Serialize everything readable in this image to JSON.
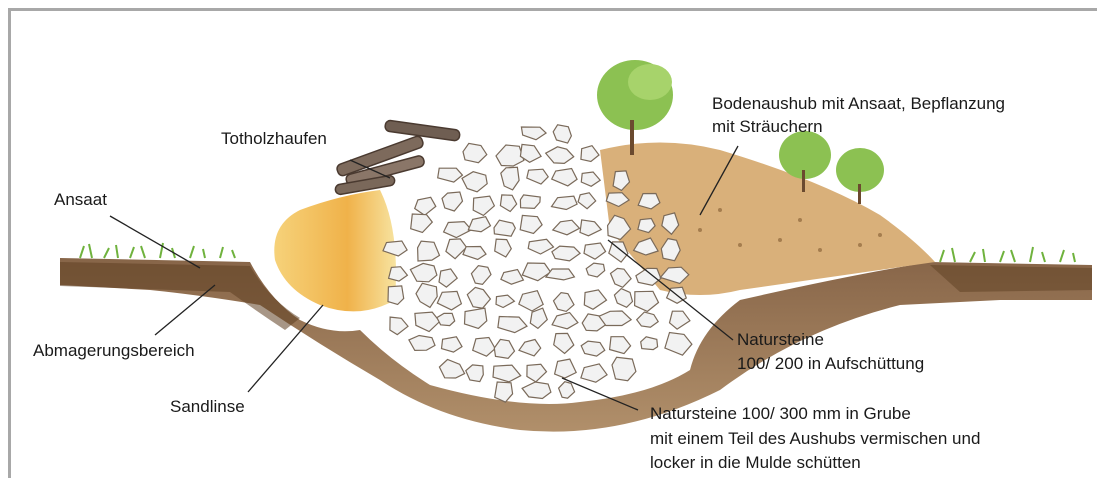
{
  "diagram": {
    "labels": {
      "totholzhaufen": "Totholzhaufen",
      "ansaat": "Ansaat",
      "abmagerungsbereich": "Abmagerungsbereich",
      "sandlinse": "Sandlinse",
      "bodenaushub_line1": "Bodenaushub mit Ansaat, Bepflanzung",
      "bodenaushub_line2": "mit Sträuchern",
      "natursteine_aufschuettung_line1": "Natursteine",
      "natursteine_aufschuettung_line2": "100/ 200 in Aufschüttung",
      "natursteine_grube_line1": "Natursteine 100/ 300 mm in Grube",
      "natursteine_grube_line2": "mit einem Teil des Aushubs vermischen und",
      "natursteine_grube_line3": "locker in die Mulde schütten"
    },
    "colors": {
      "frame": "#a8a8a8",
      "soil": "#8a6440",
      "soil_dark": "#5e3f22",
      "sand": "#f0b24a",
      "mound": "#d9b07a",
      "stone": "#f2f2f2",
      "stone_edge": "#7a6a5a",
      "grass": "#6fb23d",
      "tree": "#8cc152",
      "leader_line": "#222222"
    }
  }
}
